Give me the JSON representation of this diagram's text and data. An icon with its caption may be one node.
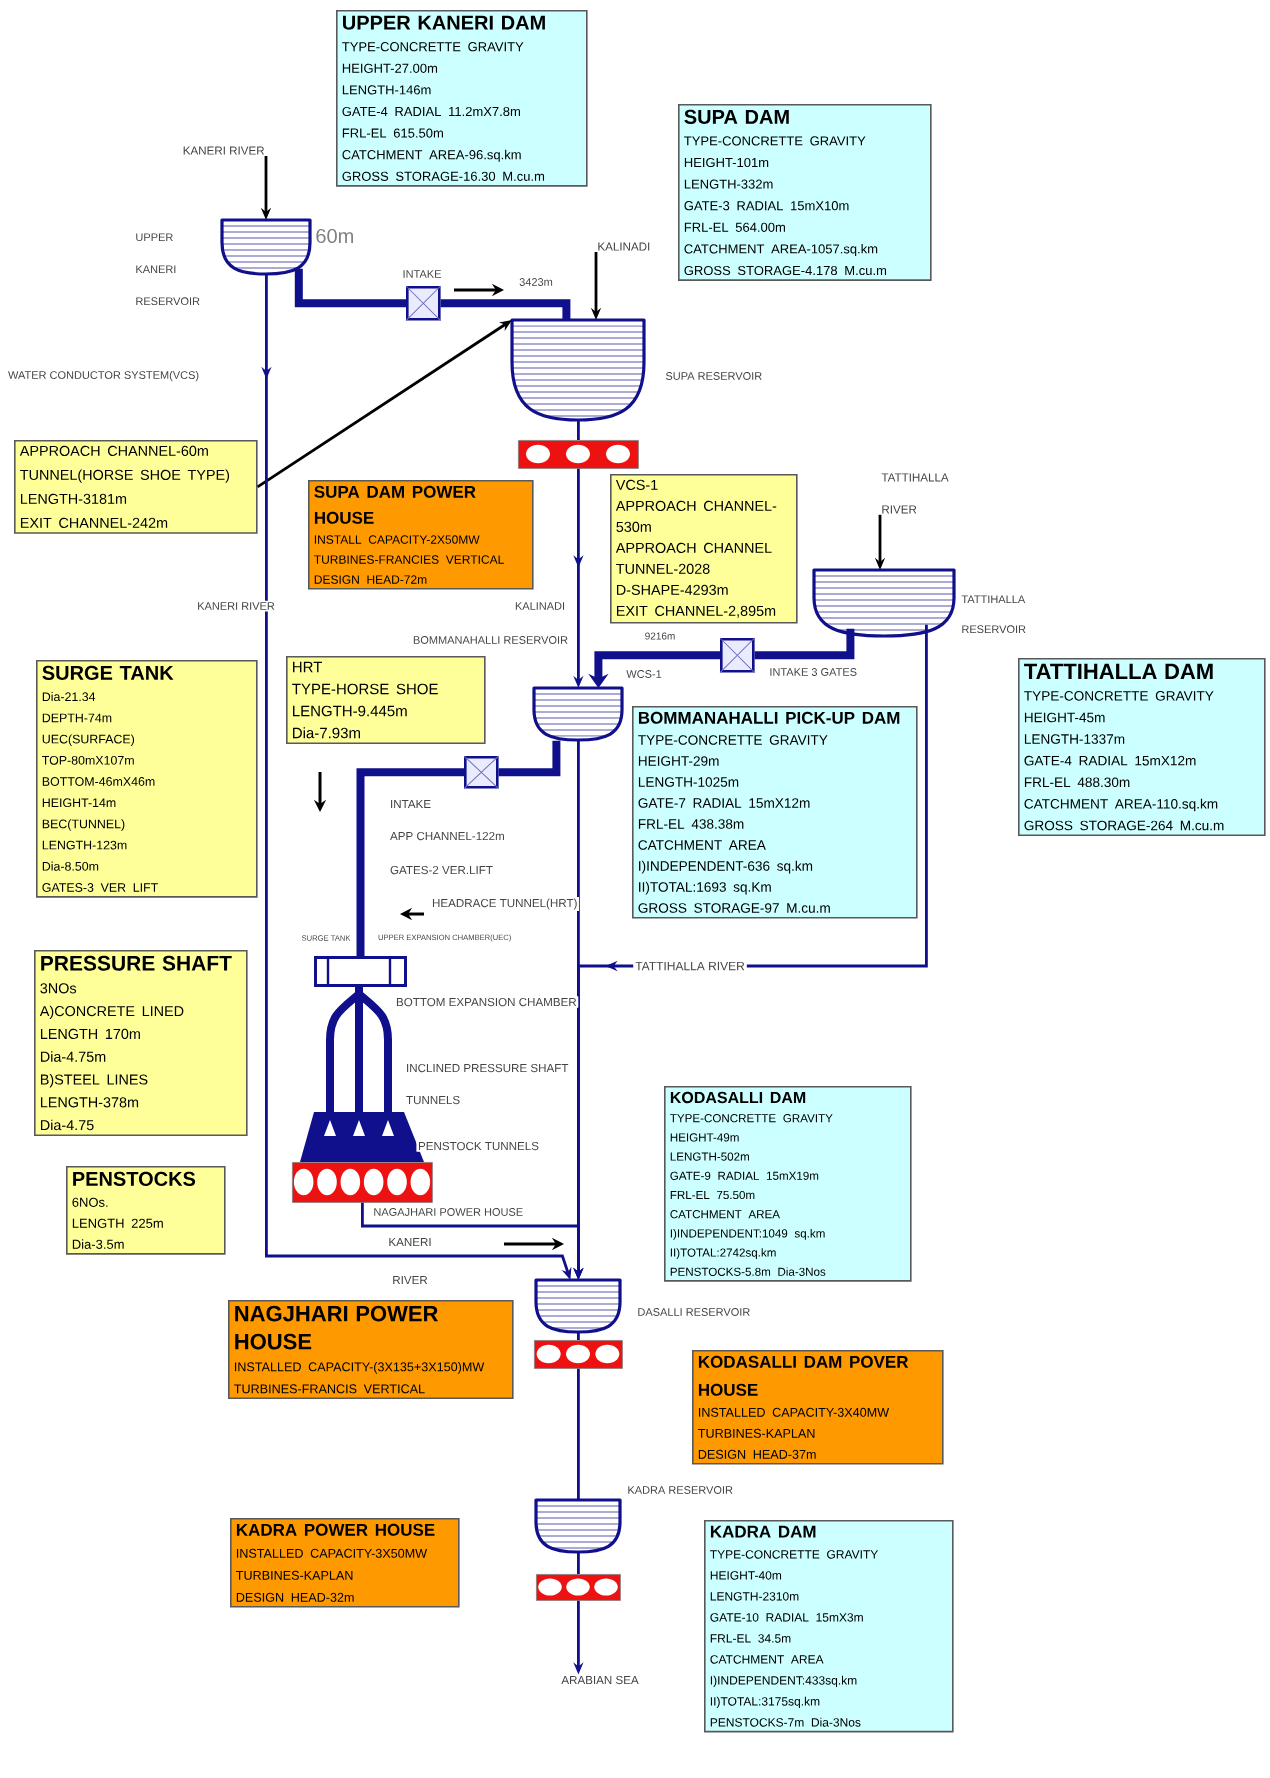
{
  "diagram": {
    "nodes": [
      {
        "text": [
          "UPPER KANERI DAM",
          "TYPE-CONCRETTE GRAVITY",
          "HEIGHT-27.00m",
          "LENGTH-146m",
          "GATE-4 RADIAL 11.2mX7.8m",
          "FRL-EL 615.50m",
          "CATCHMENT AREA-96.sq.km",
          "GROSS STORAGE-16.30 M.cu.m"
        ]
      },
      {
        "text": [
          "SUPA DAM",
          "TYPE-CONCRETTE GRAVITY",
          "HEIGHT-101m",
          "LENGTH-332m",
          "GATE-3 RADIAL 15mX10m",
          "FRL-EL 564.00m",
          "CATCHMENT AREA-1057.sq.km",
          "GROSS STORAGE-4.178 M.cu.m"
        ]
      },
      {
        "text": [],
        "shape": "bowl",
        "beside": [
          "UPPER KANERI RESERVOIR",
          "60m"
        ]
      },
      {
        "text": [],
        "shape": "box",
        "beside": [
          "INTAKE"
        ]
      },
      {
        "text": [],
        "shape": "bowl",
        "beside": [
          "SUPA RESERVOIR"
        ]
      },
      {
        "text": [],
        "shape": "bar"
      },
      {
        "text": [
          "APPROACH CHANNEL-60m",
          "TUNNEL(HORSE SHOE TYPE)",
          "LENGTH-3181m",
          "EXIT CHANNEL-242m"
        ]
      },
      {
        "text": [
          "SUPA DAM POWER HOUSE",
          "INSTALL CAPACITY-2X50MW",
          "TURBINES-FRANCIES VERTICAL",
          "DESIGN HEAD-72m"
        ]
      },
      {
        "text": [
          "VCS-1",
          "APPROACH CHANNEL-530m",
          "APPROACH CHANNEL TUNNEL-2028",
          "D-SHAPE-4293m",
          "EXIT CHANNEL-2,895m"
        ]
      },
      {
        "text": [],
        "shape": "bowl",
        "beside": [
          "TATTIHALLA RESERVOIR"
        ]
      },
      {
        "text": [],
        "shape": "box",
        "beside": [
          "INTAKE 3 GATES"
        ]
      },
      {
        "text": [],
        "shape": "bowl"
      },
      {
        "text": [
          "TATTIHALLA DAM",
          "TYPE-CONCRETTE GRAVITY",
          "HEIGHT-45m",
          "LENGTH-1337m",
          "GATE-4 RADIAL 15mX12m",
          "FRL-EL 488.30m",
          "CATCHMENT AREA-110.sq.km",
          "GROSS STORAGE-264 M.cu.m"
        ]
      },
      {
        "text": [
          "BOMMANAHALLI PICK-UP DAM",
          "TYPE-CONCRETTE GRAVITY",
          "HEIGHT-29m",
          "LENGTH-1025m",
          "GATE-7 RADIAL 15mX12m",
          "FRL-EL 438.38m",
          "CATCHMENT AREA",
          "I)INDEPENDENT-636 sq.km",
          "II)TOTAL:1693 sq.Km",
          "GROSS STORAGE-97 M.cu.m"
        ]
      },
      {
        "text": [
          "SURGE TANK",
          "Dia-21.34",
          "DEPTH-74m",
          "UEC(SURFACE)",
          "TOP-80mX107m",
          "BOTTOM-46mX46m",
          "HEIGHT-14m",
          "BEC(TUNNEL)",
          "LENGTH-123m",
          "Dia-8.50m",
          "GATES-3 VER LIFT"
        ]
      },
      {
        "text": [
          "HRT",
          "TYPE-HORSE SHOE",
          "LENGTH-9.445m",
          "Dia-7.93m"
        ]
      },
      {
        "text": [],
        "shape": "box"
      },
      {
        "text": [],
        "shape": "box",
        "beside": [
          "SURGE TANK"
        ]
      },
      {
        "text": [
          "PRESSURE SHAFT",
          "3NOs",
          "A)CONCRETE LINED",
          "LENGTH 170m",
          "Dia-4.75m",
          "B)STEEL LINES",
          "LENGTH-378m",
          "Dia-4.75"
        ]
      },
      {
        "text": [],
        "shape": "bar",
        "beside": [
          "NAGAJHARI POWER HOUSE"
        ]
      },
      {
        "text": [
          "PENSTOCKS",
          "6NOs.",
          "LENGTH 225m",
          "Dia-3.5m"
        ]
      },
      {
        "text": [
          "KODASALLI DAM",
          "TYPE-CONCRETTE GRAVITY",
          "HEIGHT-49m",
          "LENGTH-502m",
          "GATE-9 RADIAL 15mX19m",
          "FRL-EL 75.50m",
          "CATCHMENT AREA",
          "I)INDEPENDENT:1049 sq.km",
          "II)TOTAL:2742sq.km",
          "PENSTOCKS-5.8m Dia-3Nos"
        ]
      },
      {
        "text": [],
        "shape": "bowl",
        "beside": [
          "DASALLI RESERVOIR"
        ]
      },
      {
        "text": [],
        "shape": "bar"
      },
      {
        "text": [
          "NAGJHARI POWER HOUSE",
          "INSTALLED CAPACITY-(3X135+3X150)MW",
          "TURBINES-FRANCIS VERTICAL"
        ]
      },
      {
        "text": [
          "KODASALLI DAM POVER HOUSE",
          "INSTALLED CAPACITY-3X40MW",
          "TURBINES-KAPLAN",
          "DESIGN HEAD-37m"
        ]
      },
      {
        "text": [
          "KADRA POWER HOUSE",
          "INSTALLED CAPACITY-3X50MW",
          "TURBINES-KAPLAN",
          "DESIGN HEAD-32m"
        ]
      },
      {
        "text": [],
        "shape": "bowl",
        "beside": [
          "KADRA RESERVOIR"
        ]
      },
      {
        "text": [
          "KADRA DAM",
          "TYPE-CONCRETTE GRAVITY",
          "HEIGHT-40m",
          "LENGTH-2310m",
          "GATE-10 RADIAL 15mX3m",
          "FRL-EL 34.5m",
          "CATCHMENT AREA",
          "I)INDEPENDENT:433sq.km",
          "II)TOTAL:3175sq.km",
          "PENSTOCKS-7m Dia-3Nos"
        ]
      },
      {
        "text": [],
        "shape": "bar"
      },
      {
        "text": [
          "ARABIAN SEA"
        ]
      },
      {
        "text": [
          "KANERI RIVER"
        ]
      },
      {
        "text": [
          "KALINADI"
        ]
      },
      {
        "text": [
          "TATTIHALLA RIVER"
        ]
      }
    ],
    "edges": [
      {
        "from": 31,
        "to": 2,
        "arrow": "to",
        "color": "#000000"
      },
      {
        "from": 2,
        "to": 3,
        "arrow": "none",
        "style": "thick"
      },
      {
        "from": 3,
        "to": 4,
        "arrow": "none",
        "style": "thick"
      },
      {
        "from": 32,
        "to": 4,
        "arrow": "to",
        "color": "#000000"
      },
      {
        "from": 4,
        "to": 5,
        "arrow": "none"
      },
      {
        "from": 5,
        "to": 11,
        "arrow": "to"
      },
      {
        "from": 6,
        "to": 4,
        "arrow": "to",
        "color": "#000000"
      },
      {
        "from": 33,
        "to": 9,
        "arrow": "to",
        "color": "#000000"
      },
      {
        "from": 9,
        "to": 10,
        "arrow": "none",
        "style": "thick"
      },
      {
        "from": 10,
        "to": 11,
        "arrow": "to",
        "style": "thick",
        "label": "9216m"
      },
      {
        "from": 9,
        "to": 22,
        "arrow": "to",
        "label": "TATTIHALLA RIVER"
      },
      {
        "from": 11,
        "to": 16,
        "arrow": "none",
        "style": "thick"
      },
      {
        "from": 16,
        "to": 17,
        "arrow": "none",
        "style": "thick"
      },
      {
        "from": 11,
        "to": 22,
        "arrow": "to"
      },
      {
        "from": 19,
        "to": 22,
        "arrow": "to"
      },
      {
        "from": 2,
        "to": 22,
        "arrow": "to"
      },
      {
        "from": 22,
        "to": 23,
        "arrow": "none"
      },
      {
        "from": 23,
        "to": 27,
        "arrow": "none"
      },
      {
        "from": 27,
        "to": 29,
        "arrow": "none"
      },
      {
        "from": 29,
        "to": 30,
        "arrow": "to"
      }
    ],
    "labels": [
      "WATER CONDUCTOR SYSTEM(VCS)",
      "3423m",
      "KANERI RIVER",
      "KALINADI",
      "BOMMANAHALLI RESERVOIR",
      "WCS-1",
      "INTAKE",
      "APP CHANNEL-122m",
      "GATES-2 VER.LIFT",
      "HEADRACE TUNNEL(HRT)",
      "UPPER EXPANSION CHAMBER(UEC)",
      "BOTTOM EXPANSION CHAMBER",
      "INCLINED PRESSURE SHAFT",
      "TUNNELS",
      "PENSTOCK TUNNELS",
      "KANERI",
      "RIVER"
    ]
  }
}
